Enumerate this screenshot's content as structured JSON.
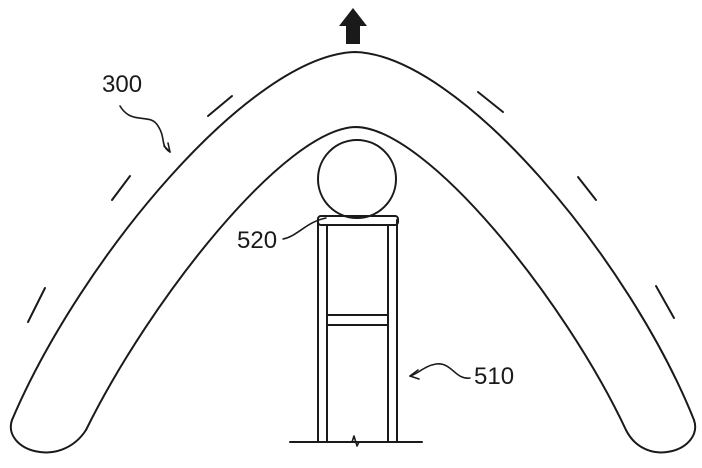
{
  "diagram": {
    "labels": {
      "arch": "300",
      "roller": "520",
      "stand": "510"
    },
    "colors": {
      "line": "#1a1a1a",
      "background": "#ffffff"
    },
    "icons": {
      "direction": "arrow-up-icon"
    }
  }
}
